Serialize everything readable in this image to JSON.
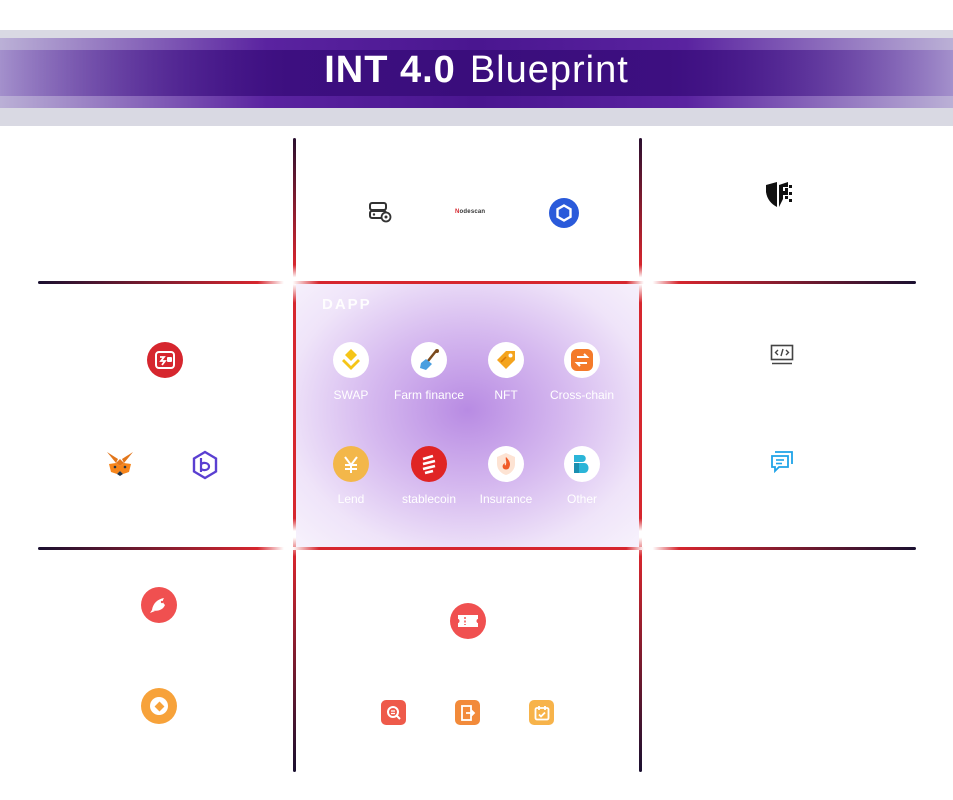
{
  "header": {
    "title_bold": "INT 4.0",
    "title_rest": "Blueprint"
  },
  "top_center": {
    "nodescan_a": "N",
    "nodescan_b": "odescan"
  },
  "dapp": {
    "title": "DAPP",
    "items": [
      {
        "label": "SWAP",
        "icon": "swap-icon",
        "color": "#f5c518"
      },
      {
        "label": "Farm finance",
        "icon": "shovel-icon",
        "color": "#4a9fe0"
      },
      {
        "label": "NFT",
        "icon": "tag-icon",
        "color": "#f4a41e"
      },
      {
        "label": "Cross-chain",
        "icon": "cross-chain-icon",
        "color": "#f47a2a"
      },
      {
        "label": "Lend",
        "icon": "lend-icon",
        "color": "#f3b74a"
      },
      {
        "label": "stablecoin",
        "icon": "stablecoin-icon",
        "color": "#e02424"
      },
      {
        "label": "Insurance",
        "icon": "flame-shield-icon",
        "color": "#f05a28"
      },
      {
        "label": "Other",
        "icon": "other-icon",
        "color": "#2bb5d8"
      }
    ]
  },
  "colors": {
    "accent_red": "#d6262e",
    "banner_purple": "#4a1690"
  }
}
